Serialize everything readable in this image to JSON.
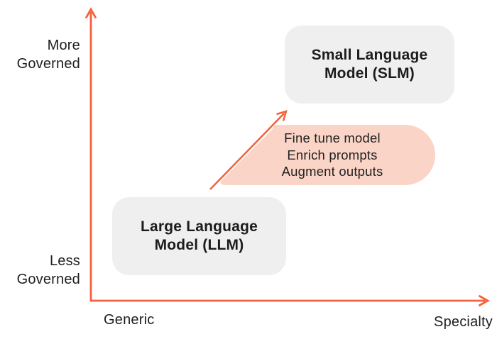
{
  "diagram": {
    "axes": {
      "y_top_label": "More Governed",
      "y_bottom_label": "Less Governed",
      "x_left_label": "Generic",
      "x_right_label": "Specialty"
    },
    "nodes": {
      "llm": {
        "label": "Large Language Model (LLM)"
      },
      "slm": {
        "label": "Small Language Model (SLM)"
      }
    },
    "annotation": {
      "lines": [
        "Fine tune model",
        "Enrich prompts",
        "Augment outputs"
      ]
    },
    "colors": {
      "accent_orange": "#F4613C",
      "annotation_pink": "#FAD4C6",
      "node_gray": "#EFEFEF",
      "text_dark": "#1E1E1E"
    }
  }
}
